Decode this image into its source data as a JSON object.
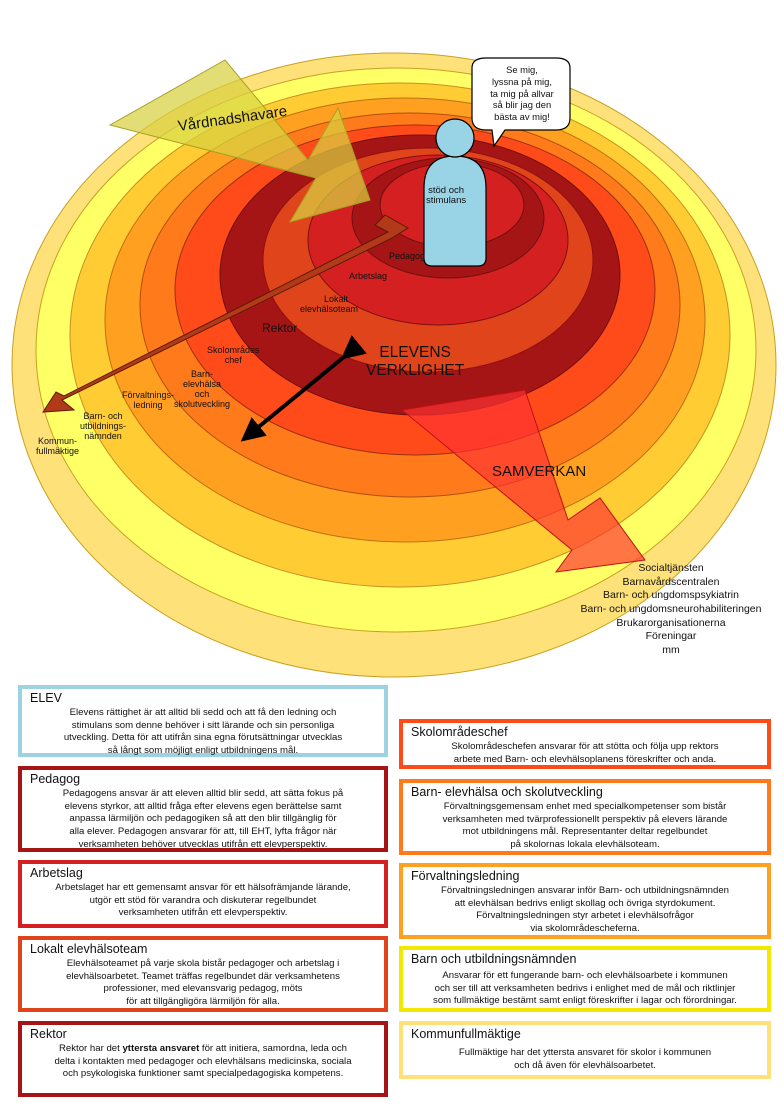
{
  "diagram": {
    "guardian_label": "Vårdnadshavare",
    "bubble": {
      "lines": [
        "Se mig,",
        "lyssna på mig,",
        "ta mig på allvar",
        "så blir jag den",
        "bästa av mig!"
      ]
    },
    "center_label": [
      "stöd och",
      "stimulans"
    ],
    "reality_label": [
      "ELEVENS",
      "VERKLIGHET"
    ],
    "collaboration_label": "SAMVERKAN",
    "ring_labels": {
      "pedagog": "Pedagog",
      "arbetslag": "Arbetslag",
      "eht": [
        "Lokalt",
        "elevhälsoteam"
      ],
      "rektor": "Rektor",
      "skolomrade": [
        "Skolområdes",
        "chef"
      ],
      "bue": [
        "Barn-",
        "elevhälsa",
        "och",
        "skolutveckling"
      ],
      "forvaltning": [
        "Förvaltnings-",
        "ledning"
      ],
      "nämnd": [
        "Barn- och",
        "utbildnings-",
        "nämnden"
      ],
      "fullmaktige": [
        "Kommun-",
        "fullmäktige"
      ]
    },
    "partners": [
      "Socialtjänsten",
      "Barnavårdscentralen",
      "Barn- och ungdomspsykiatrin",
      "Barn- och ungdomsneurohabiliteringen",
      "Brukarorganisationerna",
      "Föreningar",
      "mm"
    ],
    "colors": {
      "ring1": "#FFE17A",
      "ring2": "#FFFF66",
      "ring3": "#FFCC33",
      "ring4": "#FFA020",
      "ring5": "#FF7A1A",
      "ring6": "#FF4A1A",
      "ring7": "#A51515",
      "ring8": "#E0441A",
      "ring9": "#D42020",
      "ring10": "#A51515",
      "person": "#99D3E6",
      "arrow_brown": "#B33A18",
      "arrow_guardian": "#D8D040",
      "arrow_collab": "#FF3333"
    }
  },
  "boxes": {
    "elev": {
      "title": "ELEV",
      "lines": [
        "Elevens rättighet är att alltid bli sedd och att få den ledning och",
        "stimulans som denne behöver i sitt lärande och sin personliga",
        "utveckling. Detta för att utifrån sina egna förutsättningar utvecklas",
        "så långt som möjligt enligt utbildningens mål."
      ],
      "border": "#9DD2E2"
    },
    "pedagog": {
      "title": "Pedagog",
      "lines": [
        "Pedagogens ansvar är att eleven alltid blir sedd, att sätta fokus på",
        "elevens styrkor, att alltid fråga efter elevens egen berättelse samt",
        "anpassa lärmiljön och pedagogiken så att den blir tillgänglig för",
        "alla elever. Pedagogen ansvarar för att, till EHT, lyfta frågor när",
        "verksamheten behöver utvecklas utifrån ett elevperspektiv."
      ],
      "border": "#A51515"
    },
    "arbetslag": {
      "title": "Arbetslag",
      "lines": [
        "Arbetslaget har ett gemensamt ansvar för ett hälsofrämjande lärande,",
        "utgör ett stöd för varandra och diskuterar regelbundet",
        "verksamheten utifrån ett elevperspektiv."
      ],
      "border": "#D42020"
    },
    "eht": {
      "title": "Lokalt elevhälsoteam",
      "lines": [
        "Elevhälsoteamet på varje skola bistår pedagoger och arbetslag i",
        "elevhälsoarbetet. Teamet träffas regelbundet där verksamhetens",
        "professioner, med elevansvarig pedagog, möts",
        "för att tillgängligöra lärmiljön för alla."
      ],
      "border": "#E0441A"
    },
    "rektor": {
      "title": "Rektor",
      "line1_pre": "Rektor har det ",
      "line1_bold": "yttersta ansvaret",
      "line1_post": " för att initiera, samordna, leda och",
      "lines": [
        "delta i kontakten med pedagoger och elevhälsans medicinska, sociala",
        "och psykologiska funktioner samt specialpedagogiska kompetens."
      ],
      "border": "#A51515"
    },
    "skolomrade": {
      "title": "Skolområdeschef",
      "lines": [
        "Skolområdeschefen ansvarar för att stötta och följa upp rektors",
        "arbete med Barn- och elevhälsoplanens föreskrifter och anda."
      ],
      "border": "#FF4A1A"
    },
    "bue": {
      "title": "Barn- elevhälsa och skolutveckling",
      "lines": [
        "Förvaltningsgemensam enhet med specialkompetenser som bistår",
        "verksamheten med tvärprofessionellt perspektiv på elevers lärande",
        "mot utbildningens mål. Representanter deltar regelbundet",
        "på skolornas lokala elevhälsoteam."
      ],
      "border": "#FF7A1A"
    },
    "forvaltning": {
      "title": "Förvaltningsledning",
      "lines": [
        "Förvaltningsledningen ansvarar inför Barn- och utbildningsnämnden",
        "att elevhälsan bedrivs enligt skollag och övriga styrdokument.",
        "Förvaltningsledningen styr arbetet i elevhälsofrågor",
        "via skolområdescheferna."
      ],
      "border": "#FFA020"
    },
    "namnd": {
      "title": "Barn och utbildningsnämnden",
      "lines": [
        "Ansvarar för ett fungerande barn- och elevhälsoarbete i kommunen",
        "och ser till att verksamheten bedrivs i enlighet med de mål och riktlinjer",
        "som fullmäktige bestämt samt enligt föreskrifter i lagar och förordningar."
      ],
      "border": "#F2E800"
    },
    "fullmaktige": {
      "title": "Kommunfullmäktige",
      "lines": [
        "Fullmäktige har det yttersta ansvaret för skolor i kommunen",
        "och då även för elevhälsoarbetet."
      ],
      "border": "#FFE17A"
    }
  }
}
